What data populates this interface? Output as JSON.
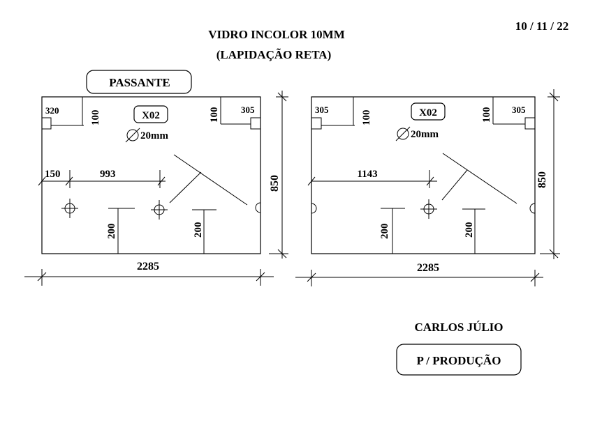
{
  "header": {
    "title_line1": "VIDRO  INCOLOR  10MM",
    "title_line2": "(LAPIDAÇÃO RETA)",
    "date": "10 / 11 / 22",
    "tag": "PASSANTE"
  },
  "left_panel": {
    "tag": "X02",
    "hole": "20mm",
    "dim_width": "2285",
    "dim_height": "850",
    "corner_left": "320",
    "corner_right": "305",
    "v_left": "100",
    "v_right": "100",
    "h_offset_a": "150",
    "h_offset_b": "993",
    "drop_a": "200",
    "drop_b": "200"
  },
  "right_panel": {
    "tag": "X02",
    "hole": "20mm",
    "dim_width": "2285",
    "dim_height": "850",
    "corner_left": "305",
    "corner_right": "305",
    "v_left": "100",
    "v_right": "100",
    "h_offset": "1143",
    "drop_a": "200",
    "drop_b": "200"
  },
  "footer": {
    "name": "CARLOS JÚLIO",
    "note": "P / PRODUÇÃO"
  }
}
